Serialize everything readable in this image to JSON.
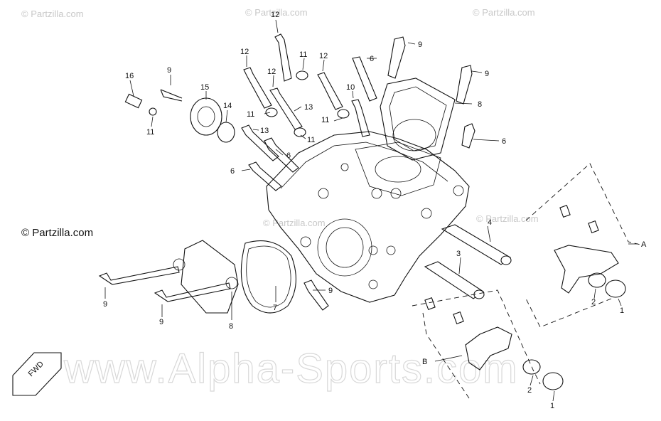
{
  "watermarks": {
    "partzilla_small": "© Partzilla.com",
    "partzilla_main": "© Partzilla.com",
    "alpha_sports": "www.Alpha-Sports.com"
  },
  "fwd_label": "FWD",
  "callouts": {
    "c16": "16",
    "c9a": "9",
    "c15": "15",
    "c11a": "11",
    "c14": "14",
    "c12a": "12",
    "c11b": "11",
    "c12b": "12",
    "c12c": "12",
    "c12d": "12",
    "c6a": "6",
    "c9b": "9",
    "c9c": "9",
    "c10": "10",
    "c8a": "8",
    "c11c": "11",
    "c13a": "13",
    "c11d": "11",
    "c13b": "13",
    "c11e": "11",
    "c6b": "6",
    "c6c": "6",
    "c6d": "6",
    "c4": "4",
    "c3": "3",
    "cA": "A",
    "cB": "B",
    "c2a": "2",
    "c1a": "1",
    "c2b": "2",
    "c1b": "1",
    "c9d": "9",
    "c9e": "9",
    "c9f": "9",
    "c7": "7",
    "c8b": "8"
  }
}
